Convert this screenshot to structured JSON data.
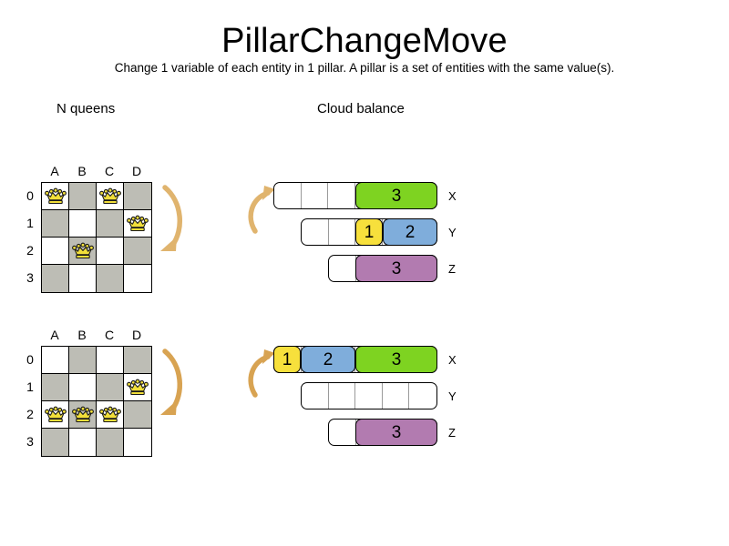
{
  "header": {
    "title": "PillarChangeMove",
    "subtitle": "Change 1 variable of each entity in 1 pillar. A pillar is a set of entities with the same value(s)."
  },
  "sections": {
    "queens_label": "N queens",
    "cloud_label": "Cloud balance"
  },
  "colors": {
    "dark_cell": "#bdbdb5",
    "light_cell": "#ffffff",
    "arrow": "#e0b46e",
    "green": "#7ed321",
    "blue": "#7faddb",
    "yellow": "#f7e03c",
    "purple": "#b27bb0",
    "queen_gold": "#f2df3a"
  },
  "nqueens": {
    "columns": [
      "A",
      "B",
      "C",
      "D"
    ],
    "rows": [
      "0",
      "1",
      "2",
      "3"
    ],
    "before": {
      "queens": [
        {
          "col": "A",
          "row": "0"
        },
        {
          "col": "C",
          "row": "0"
        },
        {
          "col": "D",
          "row": "1"
        },
        {
          "col": "B",
          "row": "2"
        }
      ]
    },
    "after": {
      "queens": [
        {
          "col": "D",
          "row": "1"
        },
        {
          "col": "A",
          "row": "2"
        },
        {
          "col": "B",
          "row": "2"
        },
        {
          "col": "C",
          "row": "2"
        }
      ]
    }
  },
  "cloud_balance": {
    "capacity_units": 6,
    "before": [
      {
        "label": "X",
        "track_units": 6,
        "empty_units": 3,
        "segments": [
          {
            "value": "3",
            "units": 3,
            "color": "#7ed321"
          }
        ]
      },
      {
        "label": "Y",
        "track_units": 5,
        "empty_units": 2,
        "segments": [
          {
            "value": "1",
            "units": 1,
            "color": "#f7e03c"
          },
          {
            "value": "2",
            "units": 2,
            "color": "#7faddb"
          }
        ]
      },
      {
        "label": "Z",
        "track_units": 4,
        "empty_units": 1,
        "segments": [
          {
            "value": "3",
            "units": 3,
            "color": "#b27bb0"
          }
        ]
      }
    ],
    "after": [
      {
        "label": "X",
        "track_units": 6,
        "empty_units": 0,
        "segments": [
          {
            "value": "1",
            "units": 1,
            "color": "#f7e03c"
          },
          {
            "value": "2",
            "units": 2,
            "color": "#7faddb"
          },
          {
            "value": "3",
            "units": 3,
            "color": "#7ed321"
          }
        ]
      },
      {
        "label": "Y",
        "track_units": 5,
        "empty_units": 5,
        "segments": []
      },
      {
        "label": "Z",
        "track_units": 4,
        "empty_units": 1,
        "segments": [
          {
            "value": "3",
            "units": 3,
            "color": "#b27bb0"
          }
        ]
      }
    ]
  }
}
